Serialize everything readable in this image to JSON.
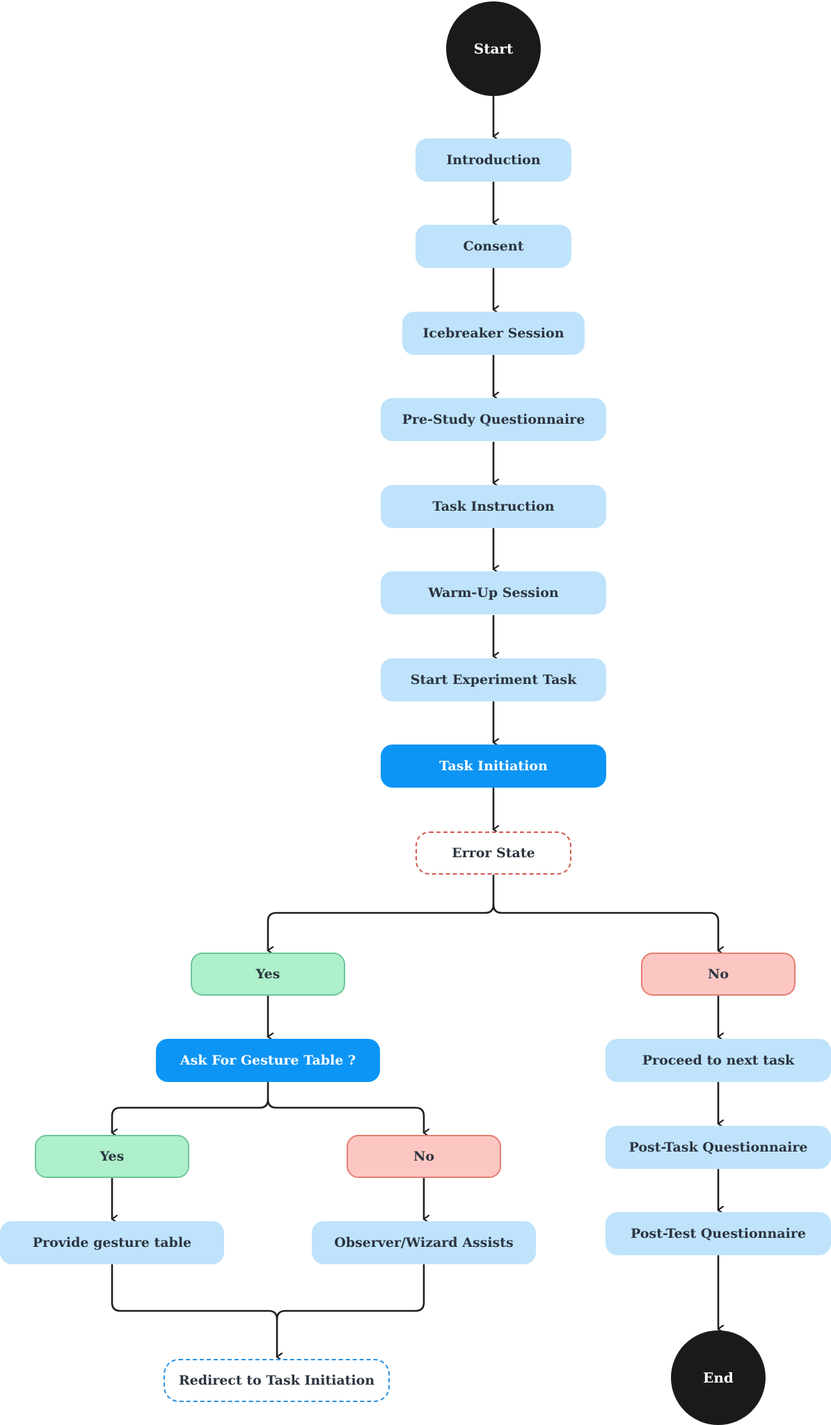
{
  "nodes": {
    "start": "Start",
    "introduction": "Introduction",
    "consent": "Consent",
    "icebreaker": "Icebreaker Session",
    "pre_study": "Pre-Study Questionnaire",
    "task_instruction": "Task Instruction",
    "warm_up": "Warm-Up Session",
    "start_experiment": "Start Experiment Task",
    "task_initiation": "Task Initiation",
    "error_state": "Error State",
    "yes_1": "Yes",
    "no_1": "No",
    "ask_gesture": "Ask For Gesture Table ?",
    "yes_2": "Yes",
    "no_2": "No",
    "provide_gesture": "Provide gesture table",
    "observer_assists": "Observer/Wizard Assists",
    "redirect": "Redirect to Task Initiation",
    "proceed_next": "Proceed to next task",
    "post_task": "Post-Task Questionnaire",
    "post_test": "Post-Test Questionnaire",
    "end": "End"
  },
  "colors": {
    "step": "#bfe3fb",
    "action": "#0c95f5",
    "yes": "#aef0c9",
    "no": "#fcc7c2",
    "error_border": "#d4574a",
    "redirect_border": "#2a92e2",
    "terminal": "#1a1a1a",
    "edge": "#1f1f1f"
  }
}
